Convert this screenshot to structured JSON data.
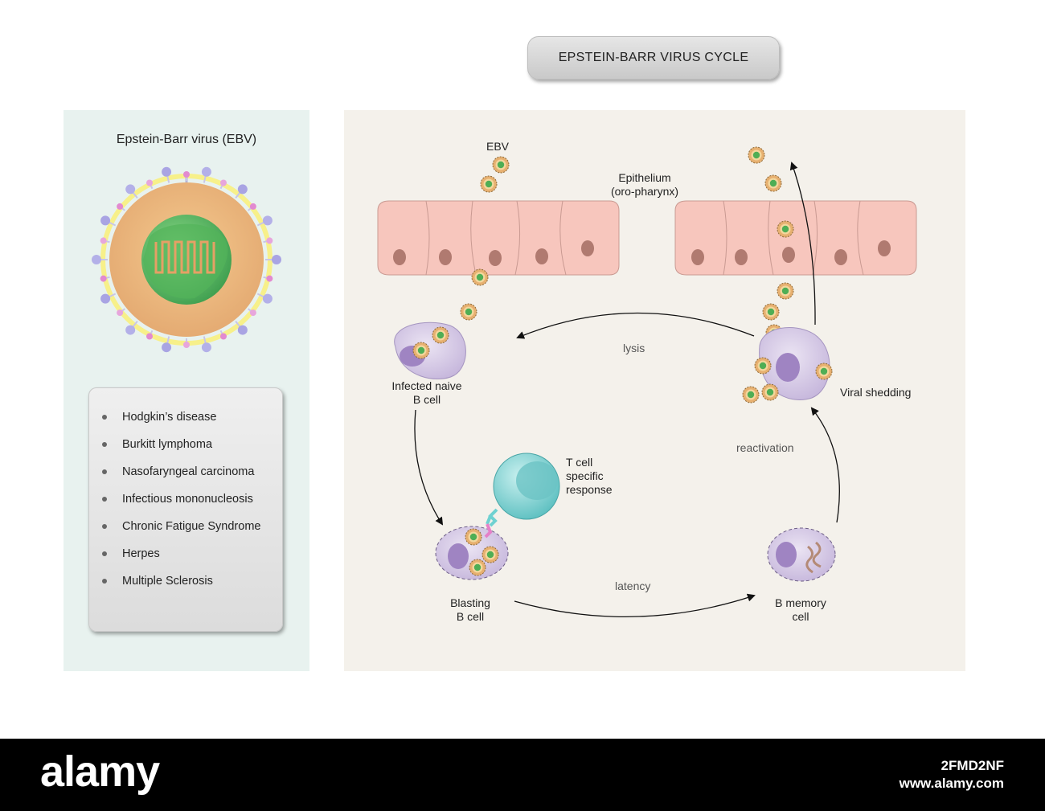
{
  "title": "EPSTEIN-BARR VIRUS CYCLE",
  "virus_panel": {
    "title": "Epstein-Barr virus (EBV)"
  },
  "diseases": [
    "Hodgkin’s disease",
    "Burkitt lymphoma",
    "Nasofaryngeal carcinoma",
    "Infectious mononucleosis",
    "Chronic Fatigue Syndrome",
    "Herpes",
    "Multiple Sclerosis"
  ],
  "cycle": {
    "ebv_label": "EBV",
    "epithelium_line1": "Epithelium",
    "epithelium_line2": "(oro-pharynx)",
    "infected_line1": "Infected naive",
    "infected_line2": "B cell",
    "lysis": "lysis",
    "viral_shedding": "Viral shedding",
    "reactivation": "reactivation",
    "tcell_line1": "T cell",
    "tcell_line2": "specific",
    "tcell_line3": "response",
    "blasting_line1": "Blasting",
    "blasting_line2": "B cell",
    "latency": "latency",
    "memory_line1": "B memory",
    "memory_line2": "cell"
  },
  "footer": {
    "logo": "alamy",
    "image_id": "2FMD2NF",
    "url": "www.alamy.com"
  },
  "colors": {
    "left_panel": "#e8f2ef",
    "right_panel": "#f4f1eb",
    "epithelium": "#f7c6bd",
    "nucleus_epithelium": "#b07a70",
    "bcell": "#d8cce6",
    "tcell": "#7fcfcf"
  }
}
